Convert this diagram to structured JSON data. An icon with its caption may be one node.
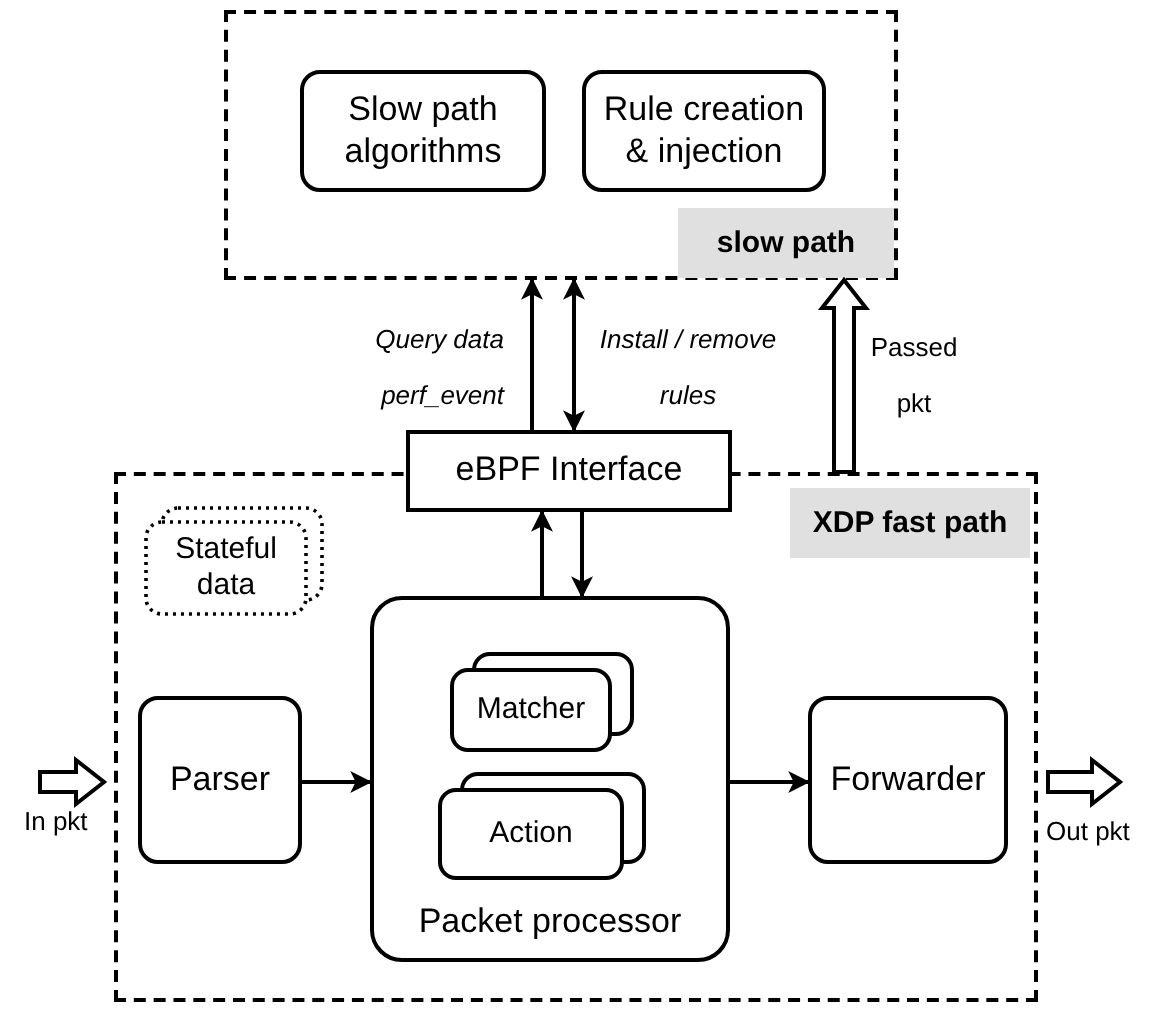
{
  "diagram": {
    "nodes": [
      {
        "text": [
          "slow path"
        ]
      },
      {
        "text": [
          "Slow path algorithms"
        ],
        "in": 0
      },
      {
        "text": [
          "Rule creation & injection"
        ],
        "in": 0
      },
      {
        "text": [
          "eBPF Interface"
        ]
      },
      {
        "text": [
          "XDP fast path"
        ]
      },
      {
        "text": [
          "Stateful data"
        ],
        "in": 4
      },
      {
        "text": [
          "Parser"
        ],
        "in": 4
      },
      {
        "text": [
          "Packet processor"
        ],
        "in": 4
      },
      {
        "text": [
          "Matcher"
        ],
        "in": 7
      },
      {
        "text": [
          "Action"
        ],
        "in": 7
      },
      {
        "text": [
          "Forwarder"
        ],
        "in": 4
      }
    ],
    "edges": [
      {
        "from": 3,
        "to": 0,
        "arrow": "to",
        "label": "Query data perf_event"
      },
      {
        "from": 0,
        "to": 3,
        "arrow": "both",
        "label": "Install / remove rules"
      },
      {
        "from": 7,
        "to": 3,
        "arrow": "to"
      },
      {
        "from": 3,
        "to": 7,
        "arrow": "to"
      },
      {
        "from": 6,
        "to": 7,
        "arrow": "to"
      },
      {
        "from": 7,
        "to": 10,
        "arrow": "to"
      },
      {
        "from": null,
        "to": 4,
        "arrow": "to",
        "style": "thick"
      },
      {
        "from": 4,
        "to": null,
        "arrow": "to",
        "style": "thick"
      },
      {
        "from": 4,
        "to": 0,
        "arrow": "to",
        "style": "thick",
        "label": "Passed pkt"
      }
    ],
    "labels": [
      "In pkt",
      "Out pkt"
    ]
  }
}
